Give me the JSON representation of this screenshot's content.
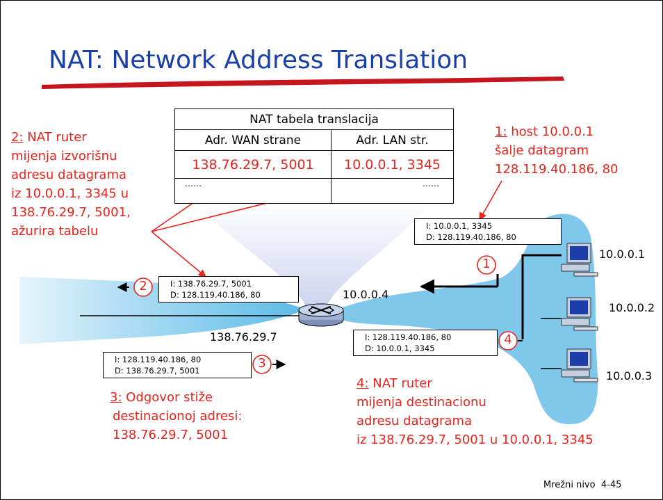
{
  "title": "NAT: Network Address Translation",
  "nat_table": {
    "caption": "NAT tabela translacija",
    "col_wan": "Adr. WAN strane",
    "col_lan": "Adr. LAN str.",
    "row_wan": "138.76.29.7, 5001",
    "row_lan": "10.0.0.1, 3345",
    "more_wan": "……",
    "more_lan": "……"
  },
  "notes": {
    "step1": {
      "num": "1:",
      "line1": " host 10.0.0.1",
      "line2": "šalje datagram",
      "line3": "128.119.40.186, 80"
    },
    "step2": {
      "num": "2:",
      "line1": " NAT ruter",
      "line2": "mijenja izvorišnu",
      "line3": "adresu datagrama",
      "line4": "iz 10.0.0.1, 3345 u",
      "line5": "138.76.29.7, 5001,",
      "line6": "ažurira tabelu"
    },
    "step3": {
      "num": "3:",
      "line1": " Odgovor stiže",
      "line2": "destinacionoj adresi:",
      "line3": "138.76.29.7, 5001"
    },
    "step4": {
      "num": "4:",
      "line1": " NAT ruter",
      "line2": "mijenja destinacionu",
      "line3": "adresu datagrama",
      "line4": "iz 138.76.29.7, 5001 u 10.0.0.1, 3345"
    }
  },
  "packets": {
    "p1": {
      "src": "I: 10.0.0.1, 3345",
      "dst": "D: 128.119.40.186, 80"
    },
    "p2": {
      "src": "I: 138.76.29.7, 5001",
      "dst": "D: 128.119.40.186, 80"
    },
    "p3": {
      "src": "I: 128.119.40.186, 80",
      "dst": "D: 138.76.29.7, 5001"
    },
    "p4": {
      "src": "I: 128.119.40.186, 80",
      "dst": "D: 10.0.0.1, 3345"
    }
  },
  "step_numbers": {
    "s1": "1",
    "s2": "2",
    "s3": "3",
    "s4": "4"
  },
  "addresses": {
    "router_lan": "10.0.0.4",
    "router_wan": "138.76.29.7",
    "host1": "10.0.0.1",
    "host2": "10.0.0.2",
    "host3": "10.0.0.3"
  },
  "footer": {
    "chapter": "Mrežni nivo",
    "page": "4-45"
  },
  "colors": {
    "title": "#1a3fa6",
    "accent": "#e8241c",
    "network": "#7fc8ec"
  }
}
